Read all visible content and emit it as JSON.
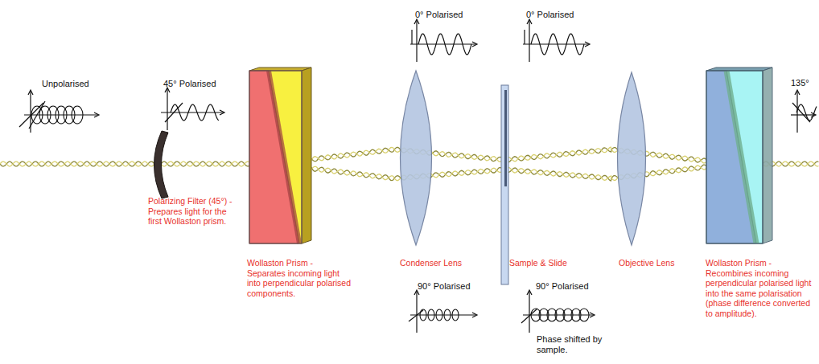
{
  "diagram": {
    "labels": [
      "Unpolarised",
      "45° Polarised",
      "0° Polarised",
      "0° Polarised",
      "135°",
      "90° Polarised",
      "90° Polarised",
      "Phase shifted by sample.",
      "Polarizing Filter (45°) - Prepares light for the first Wollaston prism.",
      "Wollaston Prism - Separates incoming light into perpendicular polarised components.",
      "Condenser Lens",
      "Sample & Slide",
      "Objective Lens",
      "Wollaston Prism - Recombines incoming perpendicular polarised light into the same polarisation (phase difference converted to amplitude)."
    ]
  }
}
